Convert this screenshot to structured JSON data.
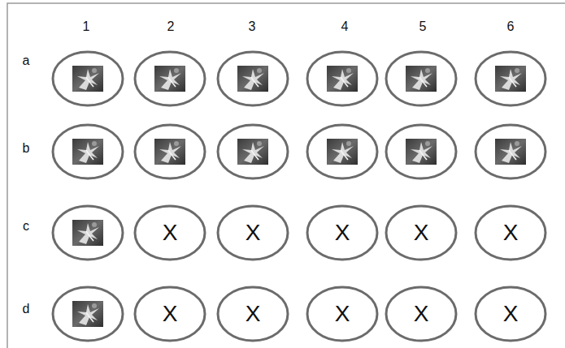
{
  "diagram": {
    "nodes": [
      {
        "text": [
          "X"
        ]
      },
      {
        "text": [
          "X"
        ]
      },
      {
        "text": [
          "X"
        ]
      },
      {
        "text": [
          "X"
        ]
      },
      {
        "text": [
          "X"
        ]
      },
      {
        "text": [
          "X"
        ]
      },
      {
        "text": [
          "X"
        ]
      },
      {
        "text": [
          "X"
        ]
      },
      {
        "text": [
          "X"
        ]
      },
      {
        "text": [
          "X"
        ]
      }
    ],
    "labels": [
      "1",
      "2",
      "3",
      "4",
      "5",
      "6",
      "a",
      "b",
      "c",
      "d"
    ]
  }
}
